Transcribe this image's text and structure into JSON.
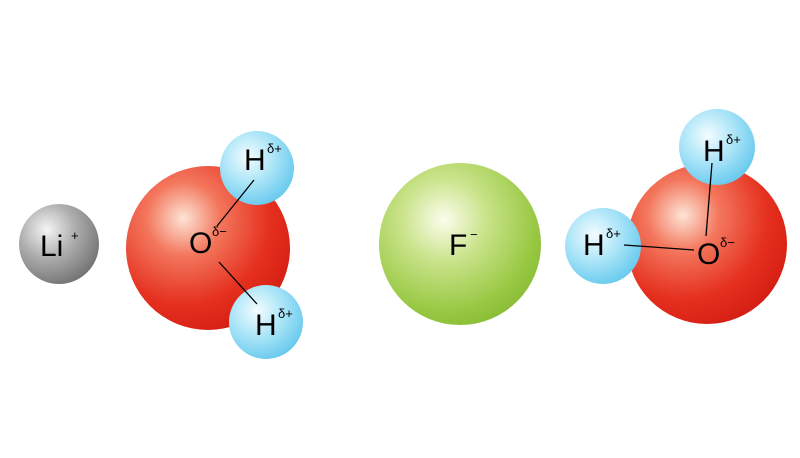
{
  "colors": {
    "lithium": "#8c8c8c",
    "oxygen": "#e53a2a",
    "hydrogen": "#7fd3f0",
    "fluoride": "#94c93f"
  },
  "lithium_ion": {
    "symbol": "Li",
    "charge": "+"
  },
  "fluoride_ion": {
    "symbol": "F",
    "charge": "−"
  },
  "water_left": {
    "oxygen": {
      "symbol": "O",
      "charge": "δ−"
    },
    "hydrogen_top": {
      "symbol": "H",
      "charge": "δ+"
    },
    "hydrogen_bottom": {
      "symbol": "H",
      "charge": "δ+"
    }
  },
  "water_right": {
    "oxygen": {
      "symbol": "O",
      "charge": "δ−"
    },
    "hydrogen_top": {
      "symbol": "H",
      "charge": "δ+"
    },
    "hydrogen_left": {
      "symbol": "H",
      "charge": "δ+"
    }
  }
}
